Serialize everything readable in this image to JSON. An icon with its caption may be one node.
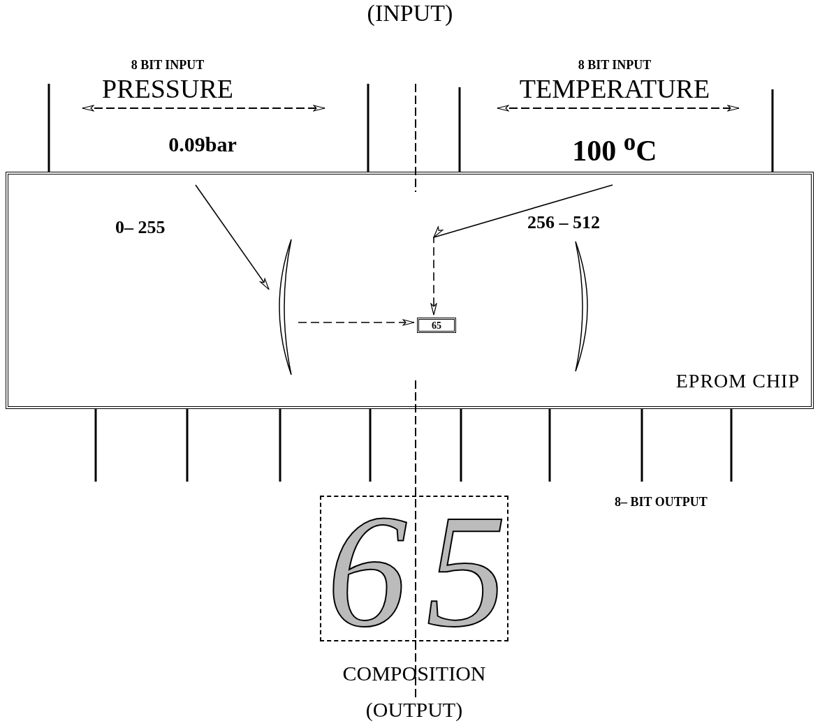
{
  "diagram": {
    "nodes": [
      {
        "text": [
          "EPROM CHIP"
        ]
      },
      {
        "text": [
          "65"
        ],
        "in": 0
      },
      {
        "text": [],
        "shape": "bracket",
        "in": 0
      },
      {
        "text": [],
        "shape": "bracket",
        "in": 0
      },
      {
        "text": [
          "6",
          "5"
        ],
        "beside": [
          "COMPOSITION",
          "(OUTPUT)"
        ]
      }
    ],
    "edges": [
      {
        "from": null,
        "to": 2,
        "arrow": "to",
        "label": "0– 255"
      },
      {
        "from": null,
        "to": 1,
        "arrow": "to",
        "label": "256 – 512",
        "style": "dashed"
      },
      {
        "from": 2,
        "to": 1,
        "arrow": "to",
        "style": "dashed"
      }
    ],
    "labels": [
      "(INPUT)",
      "8 BIT INPUT",
      "PRESSURE",
      "8 BIT INPUT",
      "TEMPERATURE",
      "0.09bar",
      "100 $^{o}$C",
      "8– BIT OUTPUT"
    ]
  }
}
